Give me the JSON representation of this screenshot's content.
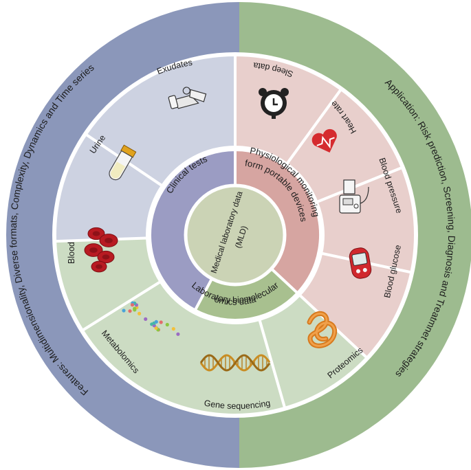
{
  "outer_ring": {
    "left_text": "Features: Multidimensionality, Diverse formats, Complexity, Dynamics and Time series",
    "right_text": "Application: Risk prediction, Screening, Diagnosis and Treatmnet strategies",
    "left_color": "#8b97ba",
    "right_color": "#9dbb8f"
  },
  "center": {
    "line1": "Medical laboratory  data",
    "line2": "(MLD)",
    "color": "#cbd3b5"
  },
  "categories": {
    "clinical": {
      "label": "Clinical tests",
      "color": "#9b9cc3"
    },
    "physiological": {
      "line1": "Physiological monitoring",
      "line2": "form portable devices",
      "color": "#d6a5a1"
    },
    "omics": {
      "line1": "Laboratory biomolecular",
      "line2": "omics data",
      "color": "#a8c08f"
    }
  },
  "segments": {
    "exudates": "Exudates",
    "urine": "Urine",
    "blood": "Blood",
    "sleep_data": "Sleep data",
    "heart_rate": "Heart rate",
    "blood_pressure": "Blood pressure",
    "blood_glucose": "Blood glucose",
    "metabolomics": "Metabolomics",
    "gene_sequencing": "Gene sequencing",
    "proteomics": "Proteomics"
  },
  "segment_colors": {
    "clinical": "#cdd2e1",
    "physiological": "#e8cfcc",
    "omics": "#ccdcc3"
  },
  "icons": {
    "exudates": "test-tube-pair-icon",
    "urine": "urine-vial-icon",
    "blood": "blood-cells-icon",
    "sleep_data": "alarm-clock-icon",
    "heart_rate": "heart-pulse-icon",
    "blood_pressure": "blood-pressure-monitor-icon",
    "blood_glucose": "glucose-meter-icon",
    "metabolomics": "molecule-chain-icon",
    "gene_sequencing": "dna-helix-icon",
    "proteomics": "protein-fold-icon"
  }
}
